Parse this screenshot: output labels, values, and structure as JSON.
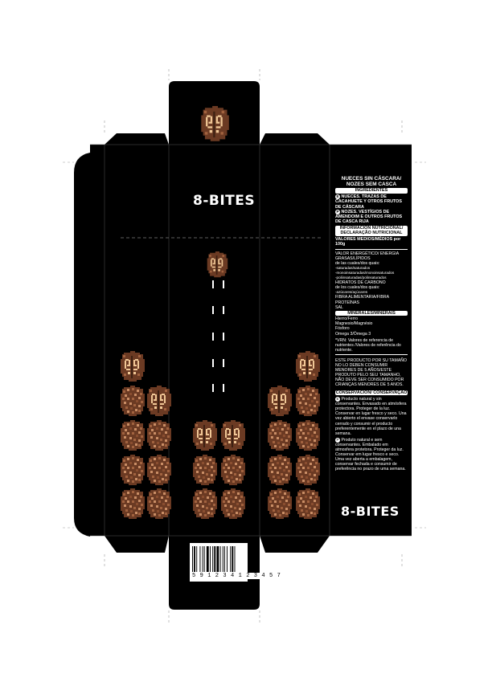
{
  "brand": {
    "front_logo": "8-BITES",
    "side_logo": "8-BITES"
  },
  "ingredients_panel": {
    "product_title": "NUECES SIN CÁSCARA/ NOZES SEM CASCA",
    "ingredients_header": "INGREDIENTES",
    "es_marker": "E",
    "es_ingredients": "NUECES. TRAZAS DE CACAHUETE Y OTROS FRUTOS DE CÁSCARA",
    "pt_marker": "P",
    "pt_ingredients": "NOZES. VESTÍGIOS DE AMENDOIM E OUTROS FRUTOS DE CASCA RIJA",
    "nutrition_header": "INFORMACIÓN NUTRICIONAL/ DECLARAÇÃO NUTRICIONAL",
    "avg_values": "VALORES MEDIOS/MÉDIOS por 100g",
    "nutrition_rows": [
      "VALOR ENERGÉTICO/ ENERGIA",
      "GRASAS/LÍPIDOS",
      "de las cuales/dos quais:",
      "-saturadas/saturados",
      "-monoinsaturadas/monoinsaturados",
      "-poliinsaturadas/polinsaturados",
      "HIDRATOS DE CARBONO",
      "de los cuales/dos quais:",
      "-azúcares/açúcares",
      "FIBRA ALIMENTARIA/FIBRA",
      "PROTEÍNAS",
      "SAL"
    ],
    "minerals_header": "MINERALES/MINERAIS",
    "mineral_rows": [
      "Hierro/Ferro",
      "Magnesio/Magnésio",
      "Fósforo",
      "Omega 3/Ómega 3"
    ],
    "vrn_note": "*VRN: Valores de referencia de nutrientes /Valores de referência do nutriente.",
    "warning": "ESTE PRODUCTO POR SU TAMAÑO NO LO DEBEN CONSUMIR MENORES DE 5 AÑOS/ESTE PRODUTO PELO SEU TAMANHO, NÃO DEVE SER CONSUMIDO POR CRIANÇAS MENORES DE 5 ANOS.",
    "conservation_header": "CONSERVACIÓN/ CONSERVAÇÃO",
    "es_conservation": "Producto natural y sin conservantes. Envasado en atmósfera protectora. Proteger de la luz. Conservar en lugar fresco y seco. Una vez abierto el envase conservarlo cerrado y consumir el producto preferentemente en el plazo de una semana.",
    "pt_conservation": "Produto natural e sem conservantes. Embalado em atmosfera protetora. Proteger da luz. Conservar em lugar fresco e seco. Uma vez aberta a embalagem, conservar fechada e consumir de preferência no prazo de uma semana."
  },
  "barcode": {
    "number": "5 9 1 2 3 4 1 2 3 4 5 7"
  },
  "icons": {
    "walnut": "walnut-pixel-icon",
    "walnut_shot": "walnut-half-pixel-icon",
    "bullet_dashes": "bullet-trail-icon"
  },
  "colors": {
    "box": "#000000",
    "walnut_dark": "#6b3a23",
    "walnut_mid": "#a1623f",
    "walnut_light": "#c98d65",
    "walnut_cream": "#f0c796",
    "guide_lines": "#9a9a9a"
  }
}
